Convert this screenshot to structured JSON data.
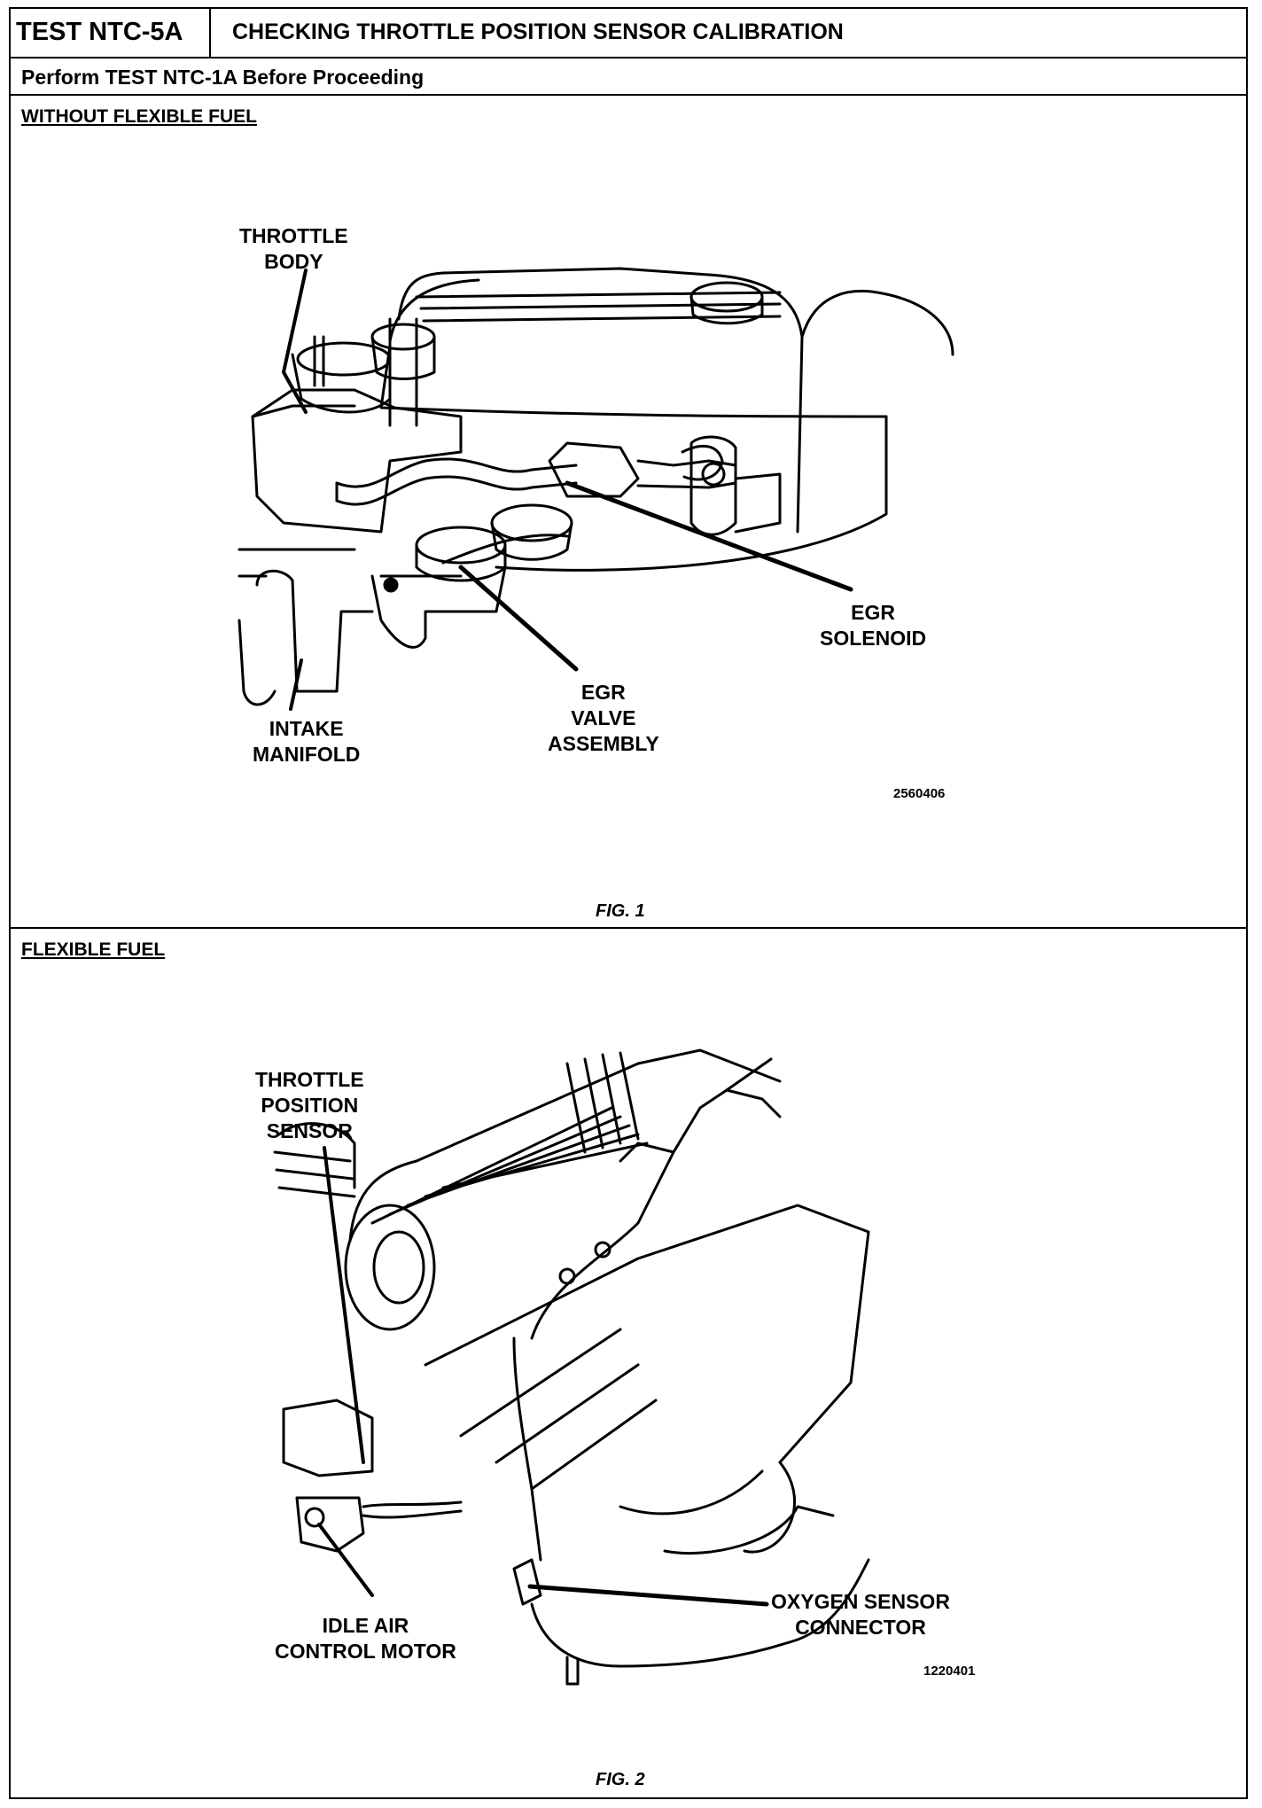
{
  "header": {
    "test_id": "TEST NTC-5A",
    "title": "CHECKING THROTTLE POSITION SENSOR CALIBRATION"
  },
  "prerequisite": "Perform TEST NTC-1A Before Proceeding",
  "figure1": {
    "section_label": "WITHOUT FLEXIBLE FUEL",
    "labels": {
      "throttle_body": [
        "THROTTLE",
        "BODY"
      ],
      "egr_solenoid": [
        "EGR",
        "SOLENOID"
      ],
      "egr_valve_assembly": [
        "EGR",
        "VALVE",
        "ASSEMBLY"
      ],
      "intake_manifold": [
        "INTAKE",
        "MANIFOLD"
      ]
    },
    "image_code": "2560406",
    "caption": "FIG. 1"
  },
  "figure2": {
    "section_label": "FLEXIBLE FUEL",
    "labels": {
      "throttle_position_sensor": [
        "THROTTLE",
        "POSITION",
        "SENSOR"
      ],
      "oxygen_sensor_connector": [
        "OXYGEN SENSOR",
        "CONNECTOR"
      ],
      "idle_air_control_motor": [
        "IDLE AIR",
        "CONTROL MOTOR"
      ]
    },
    "image_code": "1220401",
    "caption": "FIG. 2"
  }
}
